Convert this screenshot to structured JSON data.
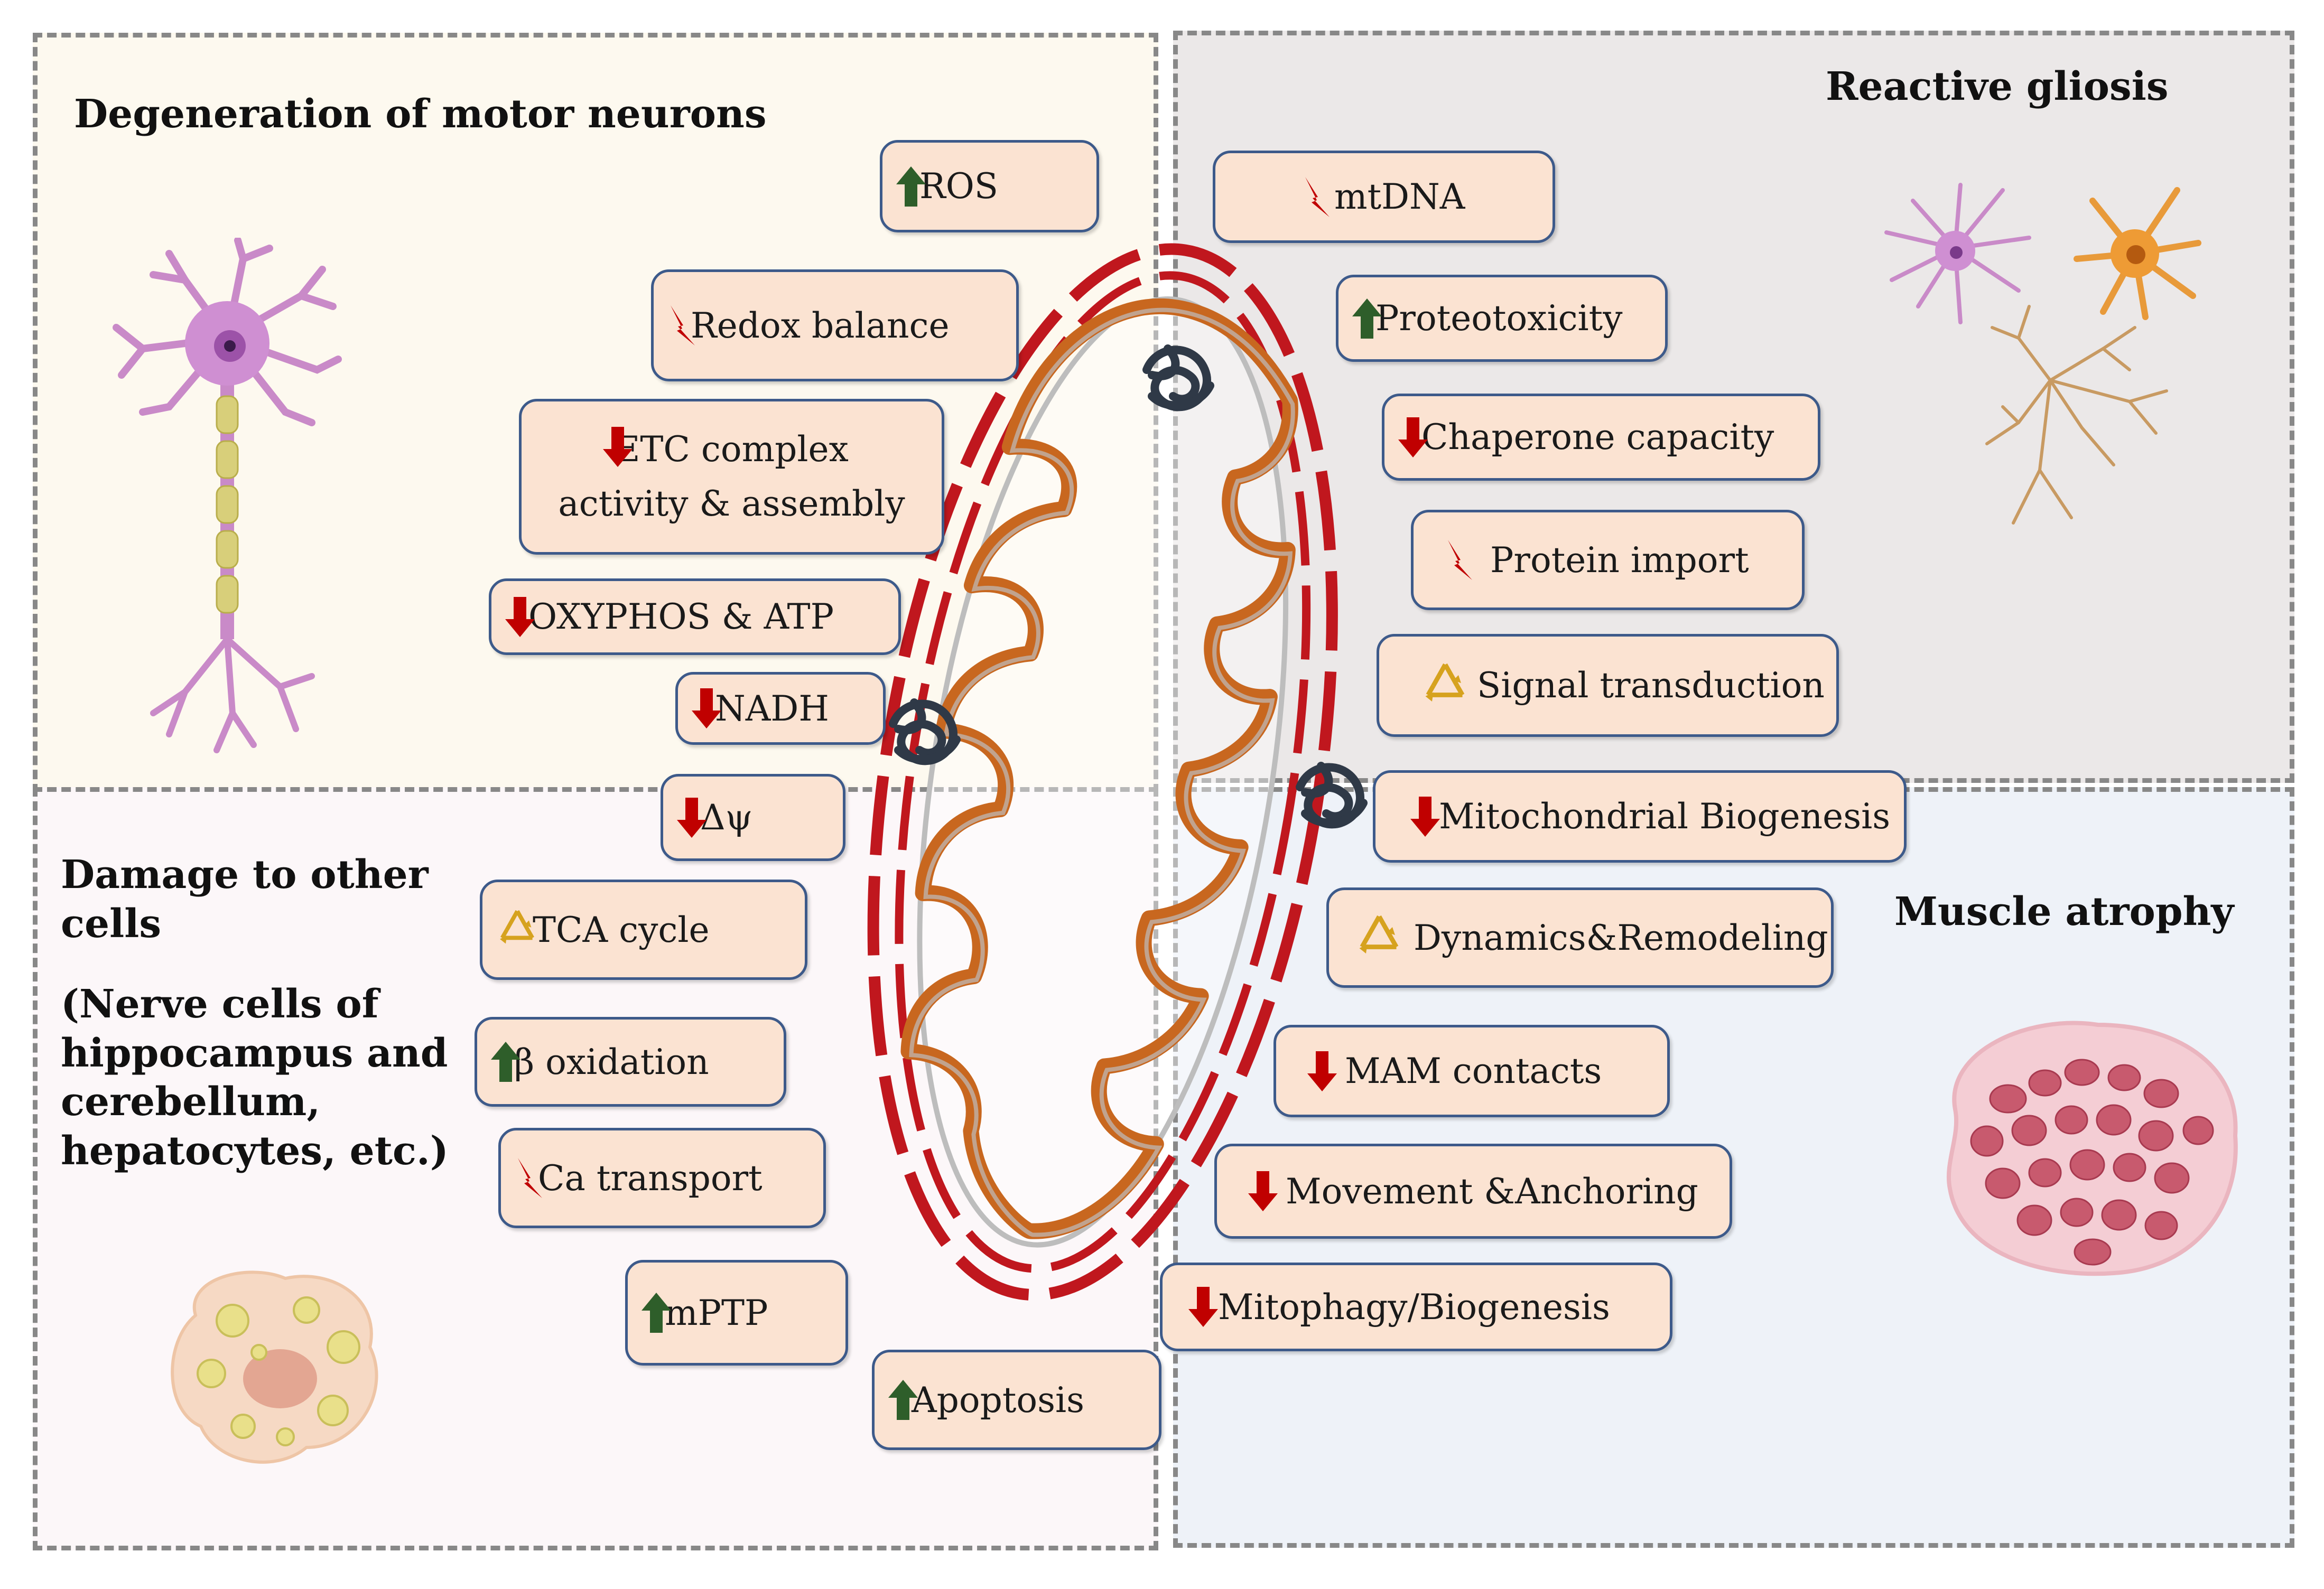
{
  "quadrants": {
    "top_left": {
      "title": "Degeneration of motor neurons"
    },
    "top_right": {
      "title": "Reactive gliosis"
    },
    "bottom_right": {
      "title": "Muscle atrophy"
    },
    "bottom_left": {
      "title": "Damage to other cells",
      "subtitle": "(Nerve cells of hippocampus and cerebellum, hepatocytes, etc.)"
    }
  },
  "left_boxes": [
    {
      "id": "ros",
      "label": "ROS",
      "icon": "up-arrow-icon"
    },
    {
      "id": "redox",
      "label": "Redox balance",
      "icon": "lightning-icon"
    },
    {
      "id": "etc",
      "label": "ETC complex activity & assembly",
      "icon": "down-arrow-icon"
    },
    {
      "id": "oxphos",
      "label": "OXYPHOS & ATP",
      "icon": "down-arrow-icon"
    },
    {
      "id": "nadh",
      "label": "NADH",
      "icon": "down-arrow-icon"
    },
    {
      "id": "dpsi",
      "label": "Δψ",
      "icon": "down-arrow-icon"
    },
    {
      "id": "tca",
      "label": "TCA cycle",
      "icon": "recycle-icon"
    },
    {
      "id": "beta",
      "label": "β oxidation",
      "icon": "up-arrow-icon"
    },
    {
      "id": "ca",
      "label": "Ca transport",
      "icon": "lightning-icon"
    },
    {
      "id": "mptp",
      "label": "mPTP",
      "icon": "up-arrow-icon"
    },
    {
      "id": "apoptosis",
      "label": "Apoptosis",
      "icon": "up-arrow-icon"
    }
  ],
  "right_boxes": [
    {
      "id": "mtdna",
      "label": "mtDNA",
      "icon": "lightning-icon"
    },
    {
      "id": "proteo",
      "label": "Proteotoxicity",
      "icon": "up-arrow-icon"
    },
    {
      "id": "chaperone",
      "label": "Chaperone capacity",
      "icon": "down-arrow-icon"
    },
    {
      "id": "import",
      "label": "Protein import",
      "icon": "lightning-icon"
    },
    {
      "id": "signal",
      "label": "Signal transduction",
      "icon": "recycle-icon"
    },
    {
      "id": "biogen",
      "label": "Mitochondrial Biogenesis",
      "icon": "down-arrow-icon"
    },
    {
      "id": "dynamics",
      "label": "Dynamics&Remodeling",
      "icon": "recycle-icon"
    },
    {
      "id": "mam",
      "label": "MAM contacts",
      "icon": "down-arrow-icon"
    },
    {
      "id": "movement",
      "label": "Movement &Anchoring",
      "icon": "down-arrow-icon"
    },
    {
      "id": "mitophagy",
      "label": "Mitophagy/Biogenesis",
      "icon": "down-arrow-icon"
    }
  ],
  "illustrations": [
    "motor-neuron-icon",
    "glial-cells-icon",
    "muscle-fiber-icon",
    "hepatocyte-icon",
    "mitochondrion-icon"
  ],
  "colors": {
    "box_fill": "#fbe3d2",
    "box_border": "#3d5a8a",
    "up_arrow": "#2e5e2a",
    "down_arrow": "#c00000",
    "lightning": "#c00000",
    "recycle": "#d6a21e",
    "mito_outer": "#c0171e",
    "mito_cristae": "#c8671f"
  }
}
